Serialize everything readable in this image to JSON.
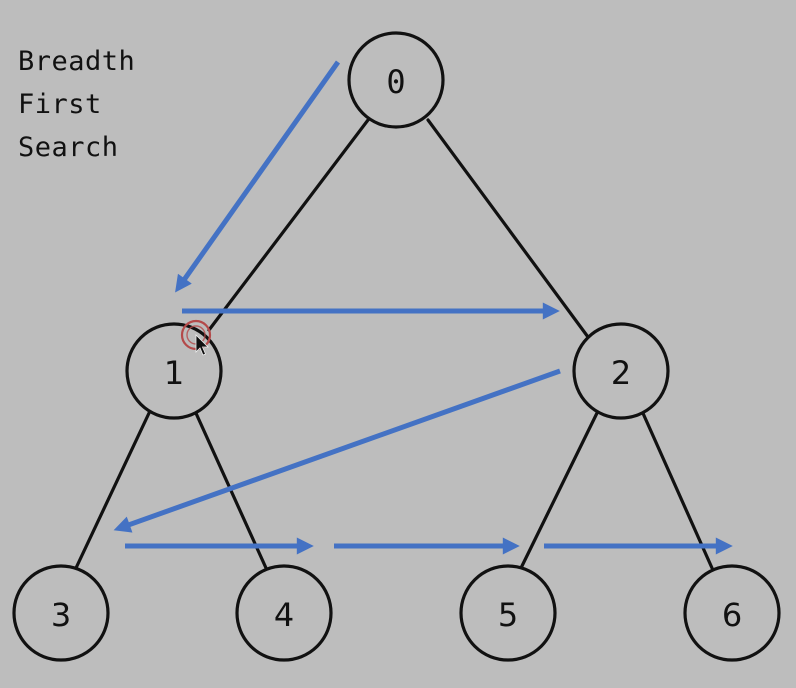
{
  "caption": {
    "line1": "Breadth",
    "line2": "First",
    "line3": "Search"
  },
  "nodes": [
    {
      "id": "0",
      "label": "0"
    },
    {
      "id": "1",
      "label": "1"
    },
    {
      "id": "2",
      "label": "2"
    },
    {
      "id": "3",
      "label": "3"
    },
    {
      "id": "4",
      "label": "4"
    },
    {
      "id": "5",
      "label": "5"
    },
    {
      "id": "6",
      "label": "6"
    }
  ],
  "edges": [
    {
      "from": "0",
      "to": "1"
    },
    {
      "from": "0",
      "to": "2"
    },
    {
      "from": "1",
      "to": "3"
    },
    {
      "from": "1",
      "to": "4"
    },
    {
      "from": "2",
      "to": "5"
    },
    {
      "from": "2",
      "to": "6"
    }
  ],
  "traversal_order": [
    "0",
    "1",
    "2",
    "3",
    "4",
    "5",
    "6"
  ],
  "colors": {
    "background": "#bdbdbd",
    "arrow": "#4472c4",
    "stroke": "#111111",
    "cursor_ring": "#b44a4a"
  }
}
